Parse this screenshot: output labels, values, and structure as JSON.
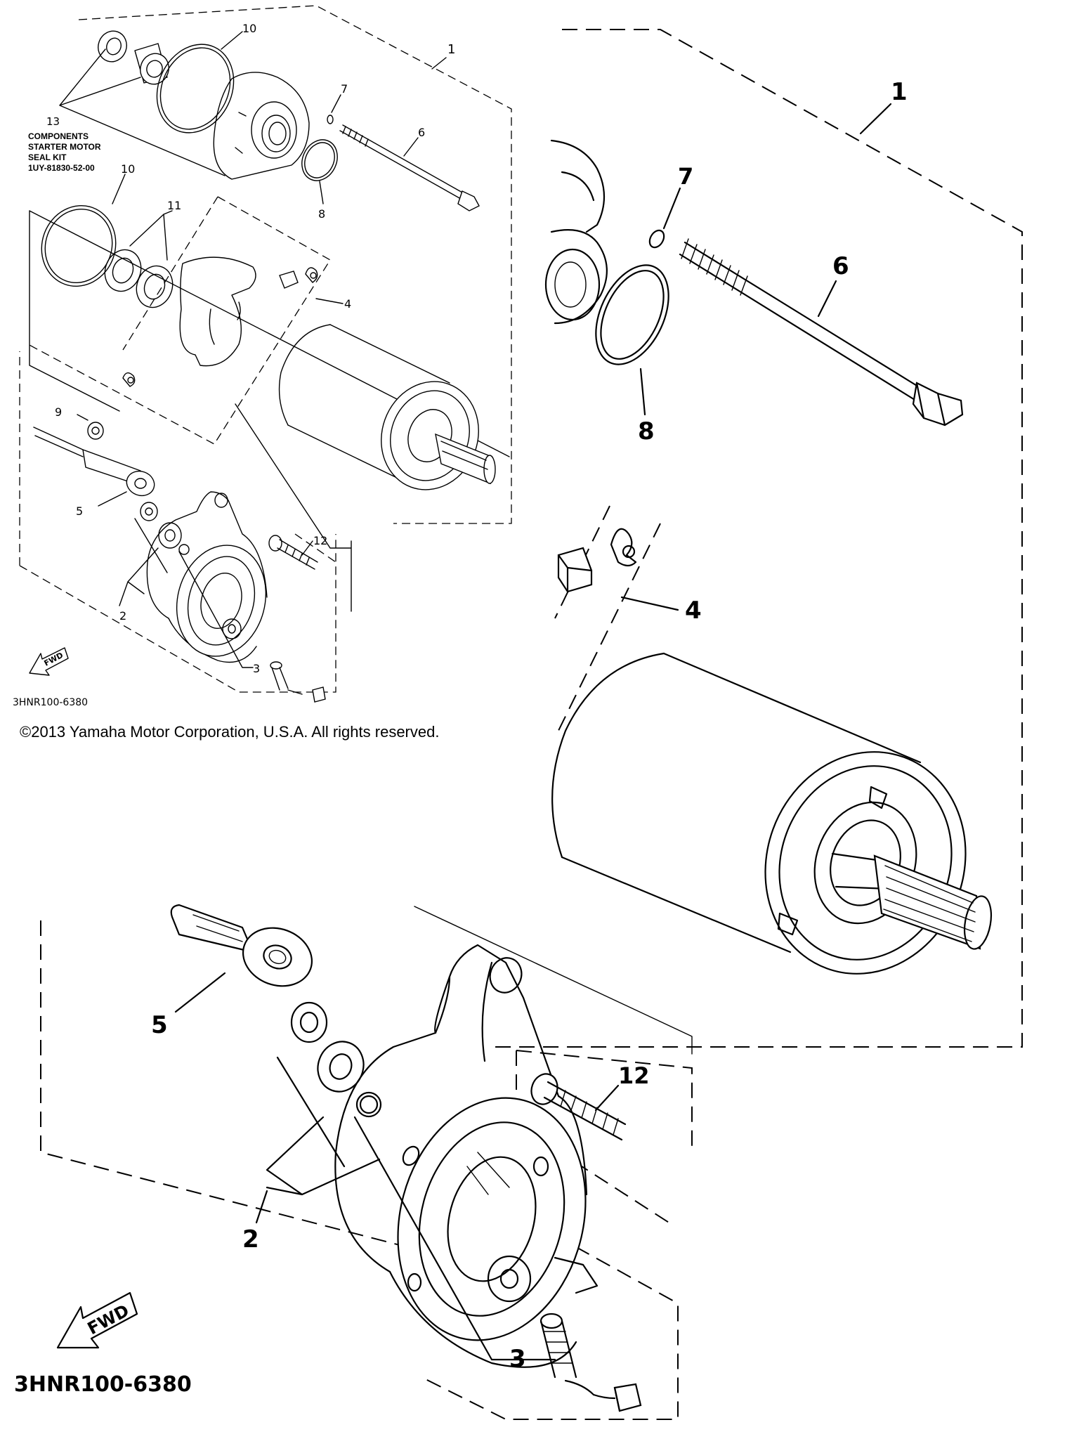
{
  "diagram": {
    "drawing_code": "3HNR100-6380",
    "fwd_label": "FWD",
    "copyright": "©2013 Yamaha Motor Corporation, U.S.A. All rights reserved.",
    "kit_note": {
      "line1": "COMPONENTS",
      "line2": "STARTER MOTOR",
      "line3": "SEAL KIT",
      "line4": "1UY-81830-52-00"
    },
    "callouts": {
      "c1": "1",
      "c2": "2",
      "c3": "3",
      "c4": "4",
      "c5": "5",
      "c6": "6",
      "c7": "7",
      "c8": "8",
      "c9": "9",
      "c10": "10",
      "c11": "11",
      "c12": "12",
      "c13": "13"
    }
  }
}
